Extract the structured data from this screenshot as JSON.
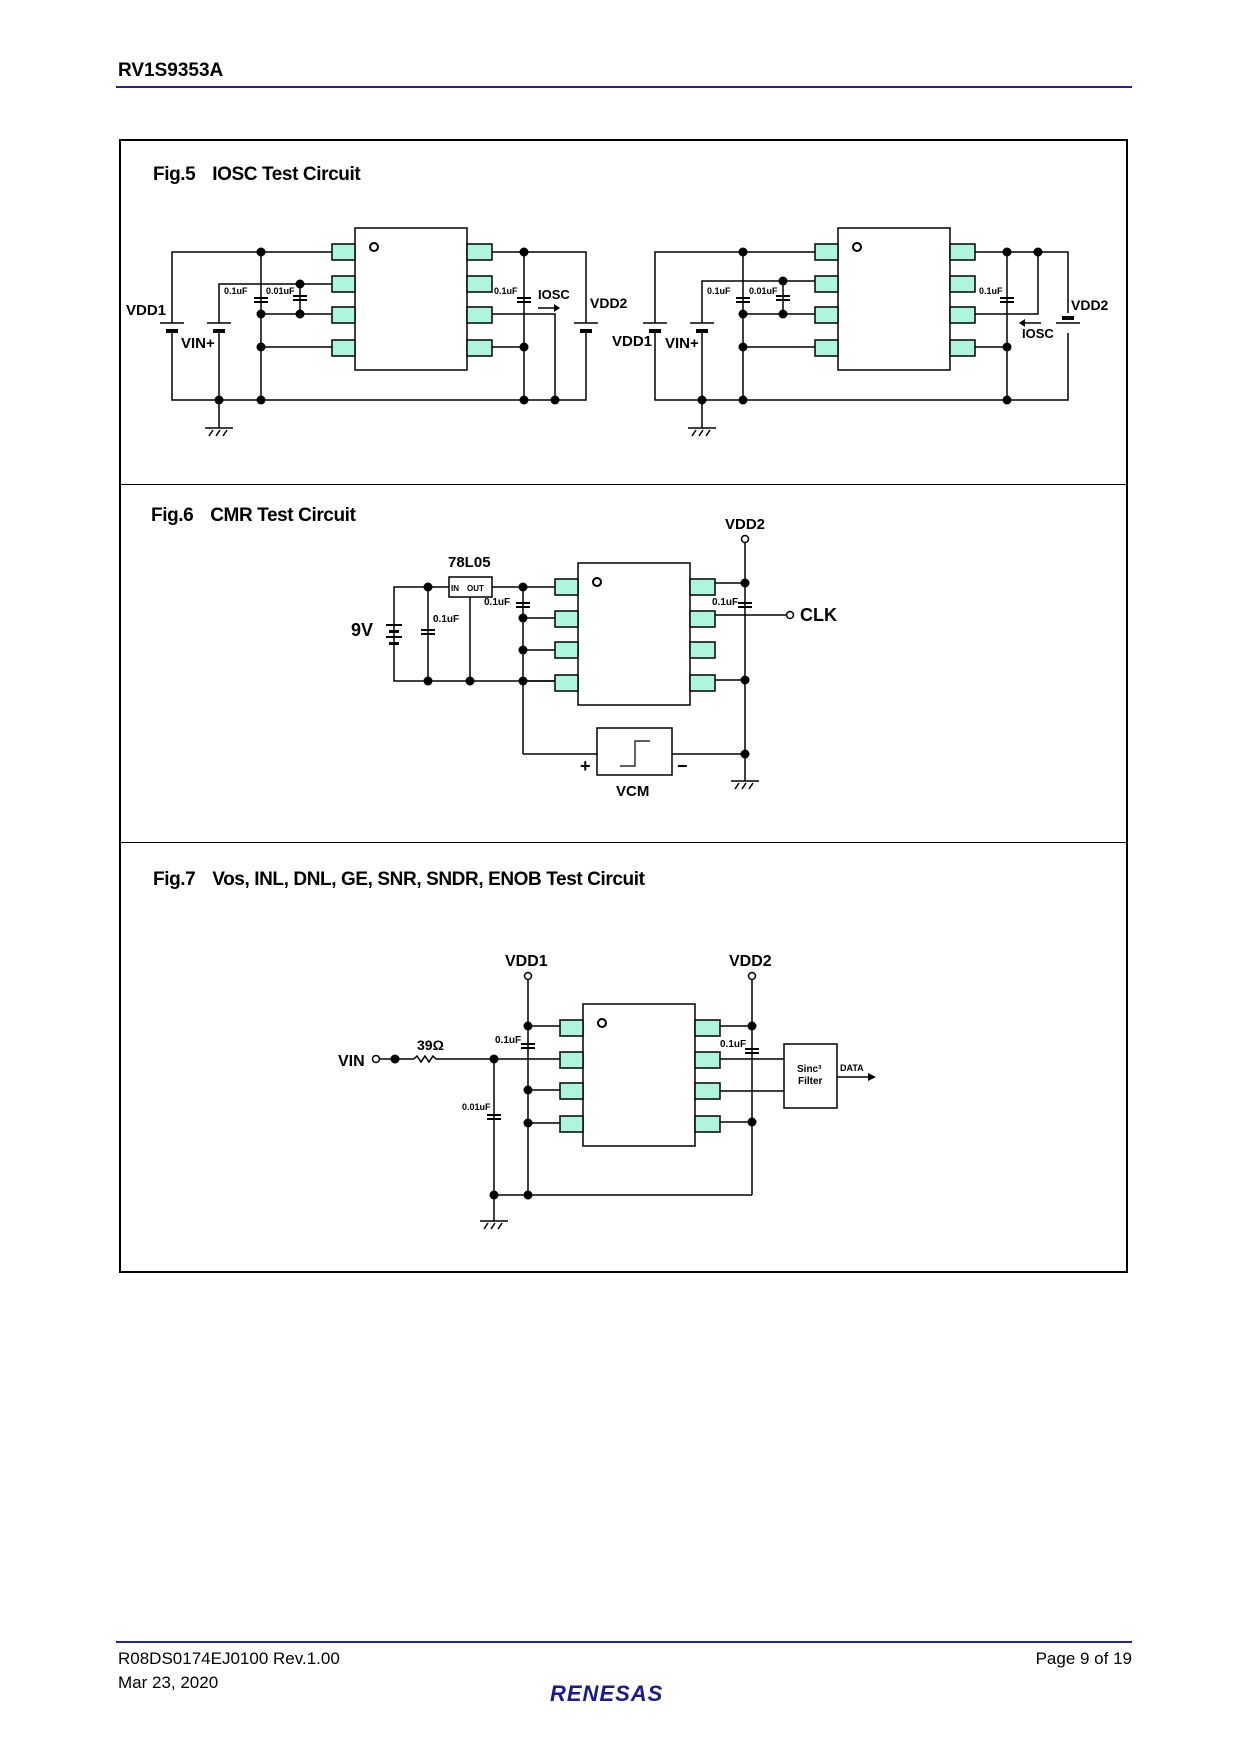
{
  "header": {
    "title": "RV1S9353A"
  },
  "figures": {
    "fig5": {
      "number": "Fig.5",
      "title": "IOSC Test Circuit",
      "left": {
        "labels": {
          "vdd1": "VDD1",
          "vin": "VIN+",
          "vdd2": "VDD2",
          "iosc": "IOSC"
        },
        "caps": [
          "0.1uF",
          "0.01uF",
          "0.1uF"
        ]
      },
      "right": {
        "labels": {
          "vdd1": "VDD1",
          "vin": "VIN+",
          "vdd2": "VDD2",
          "iosc": "IOSC"
        },
        "caps": [
          "0.1uF",
          "0.01uF",
          "0.1uF"
        ]
      }
    },
    "fig6": {
      "number": "Fig.6",
      "title": "CMR Test Circuit",
      "labels": {
        "regulator": "78L05",
        "reg_in": "IN",
        "reg_out": "OUT",
        "battery": "9V",
        "vdd2": "VDD2",
        "clk": "CLK",
        "vcm": "VCM",
        "plus": "+",
        "minus": "−"
      },
      "caps": [
        "0.1uF",
        "0.1uF",
        "0.1uF"
      ]
    },
    "fig7": {
      "number": "Fig.7",
      "title": "Vos, INL, DNL, GE, SNR,  SNDR, ENOB Test Circuit",
      "labels": {
        "vin": "VIN",
        "resistor": "39Ω",
        "vdd1": "VDD1",
        "vdd2": "VDD2",
        "filter_line1": "Sinc³",
        "filter_line2": "Filter",
        "data": "DATA"
      },
      "caps": [
        "0.1uF",
        "0.01uF",
        "0.1uF"
      ]
    }
  },
  "colors": {
    "pin_fill": "#adf5dc",
    "rule": "#22229a",
    "logo": "#1a1a8c"
  },
  "footer": {
    "doc_number": "R08DS0174EJ0100  Rev.1.00",
    "date": "Mar 23, 2020",
    "page": "Page 9 of 19",
    "logo": "RENESAS"
  }
}
